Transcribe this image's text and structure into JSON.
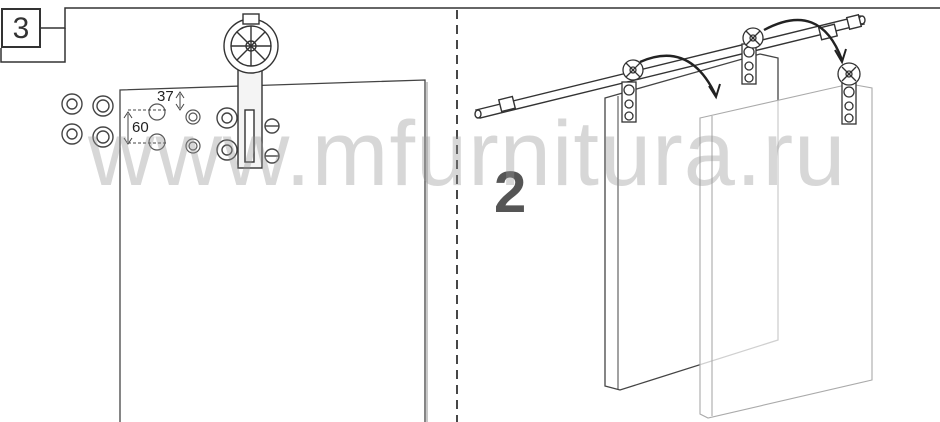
{
  "step": {
    "number": "3"
  },
  "sub_step": {
    "number": "2"
  },
  "dimensions": {
    "horizontal_offset": "37",
    "vertical_spacing": "60"
  },
  "watermark": {
    "text": "www.mfurnitura.ru"
  },
  "colors": {
    "line": "#333333",
    "watermark": "#9a9a9a",
    "background": "#ffffff"
  }
}
